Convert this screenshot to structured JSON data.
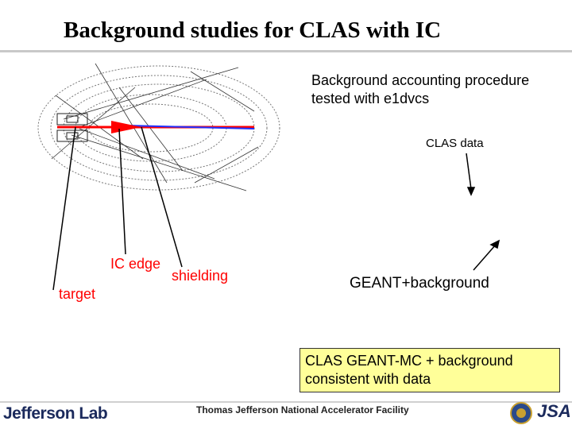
{
  "title": "Background studies for CLAS with IC",
  "subtitle": "Background accounting procedure tested with e1dvcs",
  "labels": {
    "clas_data": "CLAS data",
    "geant_background": "GEANT+background",
    "ic_edge": "IC edge",
    "shielding": "shielding",
    "target": "target"
  },
  "conclusion": "CLAS GEANT-MC + background consistent with data",
  "footer": {
    "facility": "Thomas Jefferson National Accelerator Facility",
    "logo_text": "Jefferson Lab",
    "partner_logo": "JSA"
  },
  "colors": {
    "label_red": "#ff0000",
    "conclusion_bg": "#ffff99",
    "beam_red": "#ff0000",
    "beam_blue": "#2030ff"
  },
  "icons": [
    "jefferson-lab-logo",
    "doe-seal-icon",
    "jsa-logo"
  ]
}
